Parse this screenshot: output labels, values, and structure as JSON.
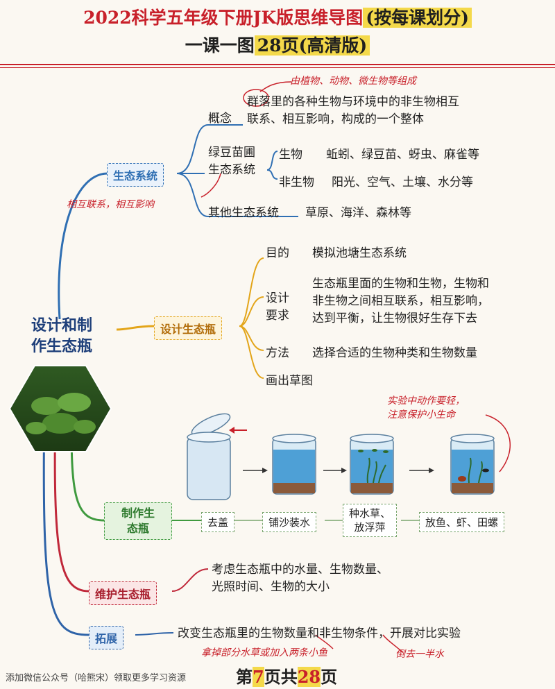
{
  "title": {
    "line1_prefix": "2022科学五年级下册",
    "line1_mid": "JK版思维导图",
    "line1_highlight": "(按每课划分)",
    "line2_prefix": "一课一图",
    "line2_highlight": "28页(高清版)"
  },
  "center": {
    "label": "设计和制\n作生态瓶"
  },
  "branches": {
    "ecosystem": {
      "label": "生态系统",
      "concept_label": "概念",
      "concept_text_1": "群落里的各种生物与环境中的非生物相互",
      "concept_text_2": "联系、相互影响，构成的一个整体",
      "concept_note": "由植物、动物、微生物等组成",
      "plot_label_1": "绿豆苗圃",
      "plot_label_2": "生态系统",
      "living_label": "生物",
      "living_items": "蚯蚓、绿豆苗、蚜虫、麻雀等",
      "nonliving_label": "非生物",
      "nonliving_items": "阳光、空气、土壤、水分等",
      "other_label": "其他生态系统",
      "other_items": "草原、海洋、森林等",
      "relation_note": "相互联系，相互影响"
    },
    "design": {
      "label": "设计生态瓶",
      "purpose_label": "目的",
      "purpose_text": "模拟池塘生态系统",
      "req_label_1": "设计",
      "req_label_2": "要求",
      "req_text_1": "生态瓶里面的生物和生物，生物和",
      "req_text_2": "非生物之间相互联系，相互影响，",
      "req_text_3": "达到平衡，让生物很好生存下去",
      "method_label": "方法",
      "method_text": "选择合适的生物种类和生物数量",
      "sketch_label": "画出草图"
    },
    "make": {
      "label": "制作生\n态瓶",
      "step1": "去盖",
      "step2": "铺沙装水",
      "step3": "种水草、\n放浮萍",
      "step4": "放鱼、虾、田螺",
      "caution_note": "实验中动作要轻，\n注意保护小生命"
    },
    "maintain": {
      "label": "维护生态瓶",
      "text_1": "考虑生态瓶中的水量、生物数量、",
      "text_2": "光照时间、生物的大小"
    },
    "extend": {
      "label": "拓展",
      "text": "改变生态瓶里的生物数量和非生物条件，开展对比实验",
      "note_1": "拿掉部分水草或加入两条小鱼",
      "note_2": "倒去一半水"
    }
  },
  "footer": {
    "left": "添加微信公众号（哈熊宋）领取更多学习资源",
    "page_prefix": "第",
    "page_num": "7",
    "page_mid": "页共",
    "page_total": "28",
    "page_suffix": "页"
  },
  "colors": {
    "red": "#c8202a",
    "blue": "#2f6fb3",
    "orange": "#e3a51a",
    "green": "#3f9a3f",
    "crimson": "#c0283a",
    "navy": "#2e63a8"
  }
}
